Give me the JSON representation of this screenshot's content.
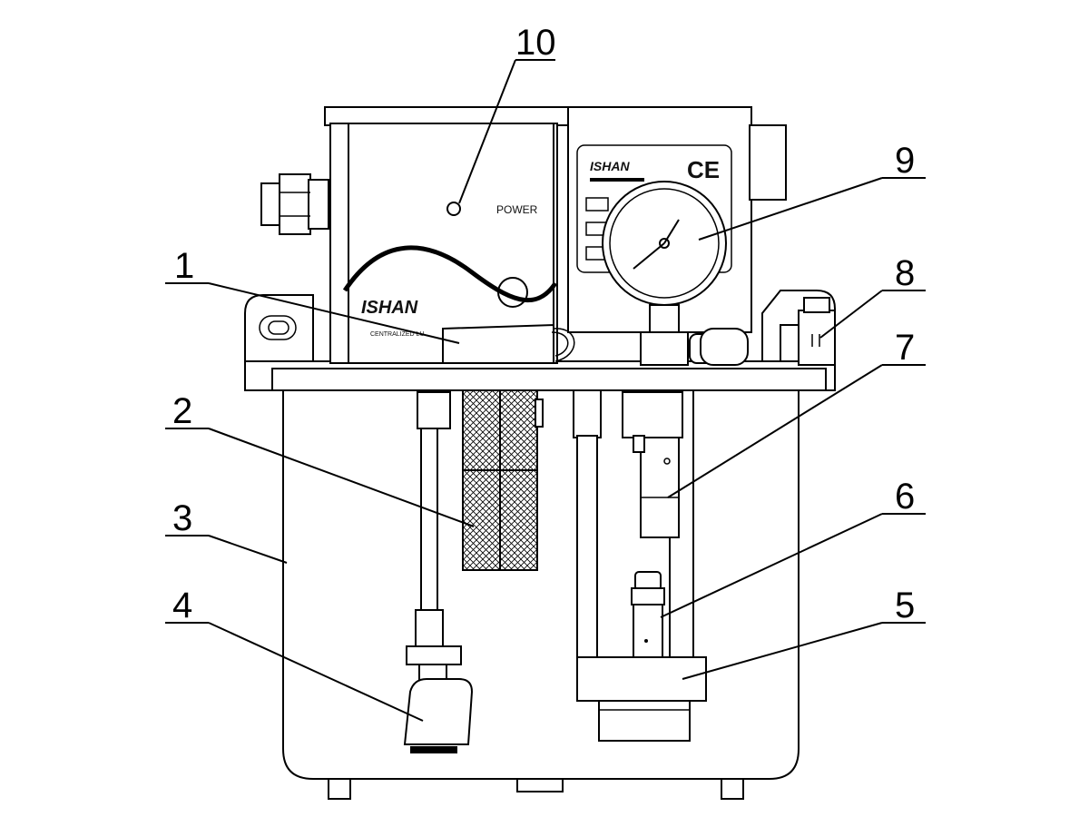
{
  "panel": {
    "power_label": "POWER",
    "logo_text": "ISHAN",
    "model_text": "CENTRALIZED LU"
  },
  "gauge_panel": {
    "logo_text": "ISHAN",
    "ce_mark": "CE"
  },
  "callouts": [
    {
      "number": "1"
    },
    {
      "number": "2"
    },
    {
      "number": "3"
    },
    {
      "number": "4"
    },
    {
      "number": "5"
    },
    {
      "number": "6"
    },
    {
      "number": "7"
    },
    {
      "number": "8"
    },
    {
      "number": "9"
    },
    {
      "number": "10"
    }
  ]
}
